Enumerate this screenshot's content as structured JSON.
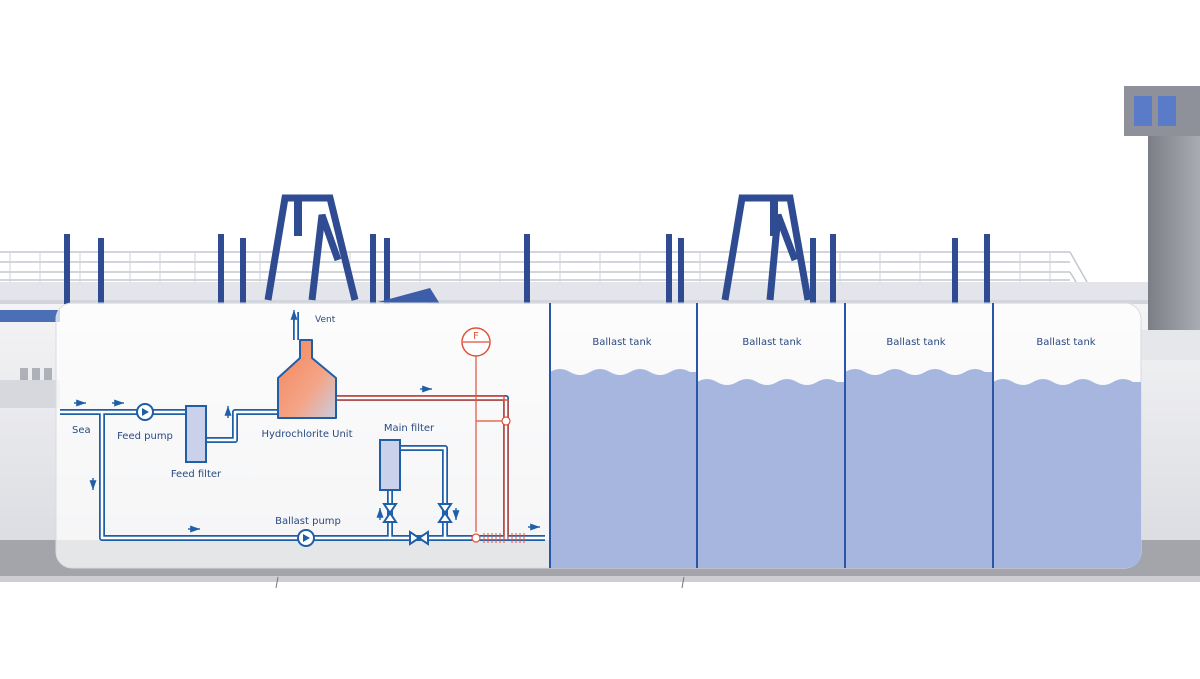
{
  "labels": {
    "vent": "Vent",
    "sea": "Sea",
    "feed_pump": "Feed pump",
    "feed_filter": "Feed filter",
    "hydrochlorite_unit": "Hydrochlorite Unit",
    "main_filter": "Main filter",
    "ballast_pump": "Ballast pump",
    "flow_indicator": "F"
  },
  "tanks": [
    {
      "label": "Ballast tank"
    },
    {
      "label": "Ballast tank"
    },
    {
      "label": "Ballast tank"
    },
    {
      "label": "Ballast tank"
    }
  ],
  "colors": {
    "pipe": "#1f5fa8",
    "water": "#a6b6df",
    "unit": "#f08a64",
    "signal": "#e0523a",
    "structure": "#2f4c92"
  }
}
